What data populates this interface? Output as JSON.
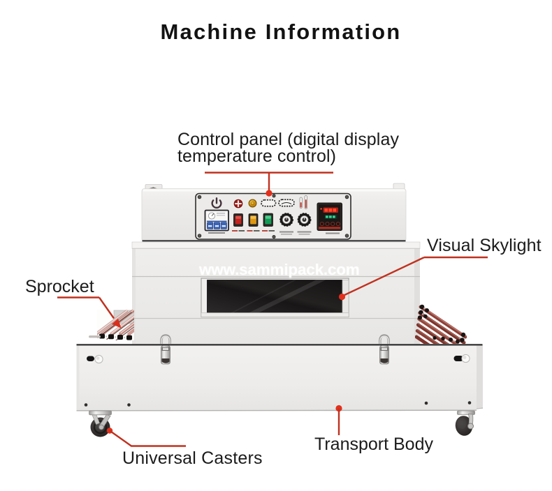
{
  "title": "Machine Information",
  "watermark": "www.sammipack.com",
  "annotations": {
    "control_panel": {
      "label_line1": "Control panel (digital display",
      "label_line2": "temperature control)"
    },
    "visual_skylight": {
      "label": "Visual Skylight"
    },
    "sprocket": {
      "label": "Sprocket"
    },
    "universal_casters": {
      "label": "Universal Casters"
    },
    "transport_body": {
      "label": "Transport Body"
    }
  },
  "colors": {
    "annotation_line_red": "#c0311f",
    "annotation_dot_red": "#e2301c",
    "machine_body_white": "#f1f0ee",
    "skylight_glass_black": "#1d1b1b",
    "text_black": "#1b1b1b"
  }
}
